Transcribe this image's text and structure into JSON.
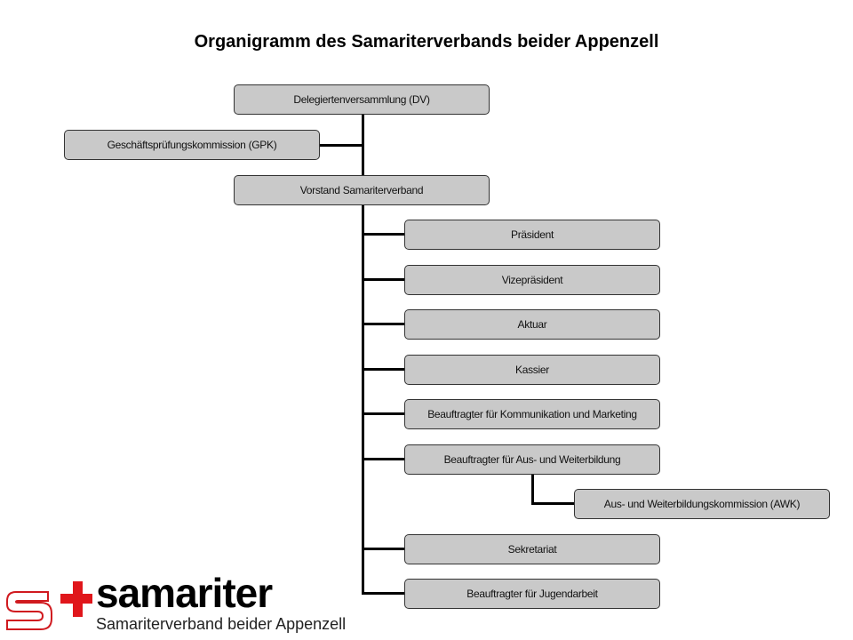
{
  "title": "Organigramm des Samariterverbands beider Appenzell",
  "nodes": {
    "dv": "Delegiertenversammlung (DV)",
    "gpk": "Geschäftsprüfungskommission (GPK)",
    "vorstand": "Vorstand Samariterverband",
    "members": [
      "Präsident",
      "Vizepräsident",
      "Aktuar",
      "Kassier",
      "Beauftragter für Kommunikation und Marketing",
      "Beauftragter für Aus- und Weiterbildung",
      "Sekretariat",
      "Beauftragter für Jugendarbeit"
    ],
    "awk": "Aus- und Weiterbildungskommission (AWK)"
  },
  "logo": {
    "word": "samariter",
    "subtitle": "Samariterverband beider Appenzell",
    "colors": {
      "red": "#e0161b"
    }
  }
}
